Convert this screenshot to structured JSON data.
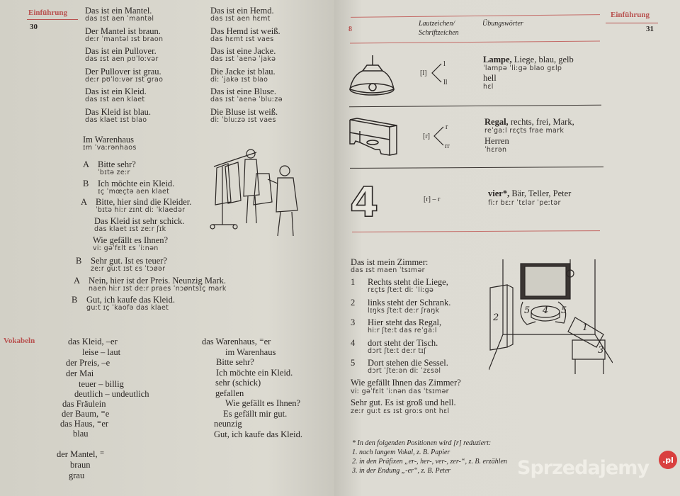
{
  "left_page": {
    "section": "Einführung",
    "page_number": "30",
    "sentences_col1": [
      {
        "text": "Das ist ein Mantel.",
        "phon": "das  ɪst aen ˈmantəl"
      },
      {
        "text": "Der Mantel ist braun.",
        "phon": "deːr ˈmantəl ɪst braon"
      },
      {
        "text": "Das ist ein Pullover.",
        "phon": "das  ɪst aen pʊˈloːvər"
      },
      {
        "text": "Der Pullover ist grau.",
        "phon": "deːr pʊˈloːvər ɪst grao"
      },
      {
        "text": "Das ist ein Kleid.",
        "phon": "das  ɪst aen klaet"
      },
      {
        "text": "Das Kleid ist blau.",
        "phon": "das klaet ɪst blao"
      }
    ],
    "sentences_col2": [
      {
        "text": "Das ist ein Hemd.",
        "phon": "das  ɪst aen hɛmt"
      },
      {
        "text": "Das Hemd ist weiß.",
        "phon": "das  hɛmt   ɪst vaes"
      },
      {
        "text": "Das ist eine Jacke.",
        "phon": "das  ɪst ˈaenə ˈjakə"
      },
      {
        "text": "Die Jacke ist blau.",
        "phon": "diː  ˈjakə  ɪst blao"
      },
      {
        "text": "Das ist eine Bluse.",
        "phon": "das  ɪst ˈaenə ˈbluːzə"
      },
      {
        "text": "Die Bluse ist weiß.",
        "phon": "diː  ˈbluːzə ɪst vaes"
      }
    ],
    "dialogue_title": {
      "text": "Im Warenhaus",
      "phon": "ɪm  ˈvaːrənhaos"
    },
    "dialogue": [
      {
        "speaker": "A",
        "text": "Bitte sehr?",
        "phon": "ˈbɪtə  zeːr"
      },
      {
        "speaker": "B",
        "text": "Ich möchte ein  Kleid.",
        "phon": "ɪç     ˈmœçtə  aen klaet"
      },
      {
        "speaker": "A",
        "text": "Bitte, hier sind die Kleider.",
        "phon": "ˈbɪtə   hiːr  zɪnt  diː  ˈklaedər"
      },
      {
        "speaker": "",
        "text": "Das Kleid ist sehr schick.",
        "phon": "das  klaet   ɪst zeːr  ʃɪk"
      },
      {
        "speaker": "",
        "text": "Wie gefällt es Ihnen?",
        "phon": "viː    gəˈfɛlt   ɛs  ˈiːnən"
      },
      {
        "speaker": "B",
        "text": "Sehr gut. Ist es teuer?",
        "phon": "zeːr   guːt  ɪst   ɛs  ˈtɔøər"
      },
      {
        "speaker": "A",
        "text": "Nein, hier ist der Preis. Neunzig Mark.",
        "phon": "naen   hiːr  ɪst deːr praes   ˈnɔøntsɪç  mark"
      },
      {
        "speaker": "B",
        "text": "Gut, ich kaufe das Kleid.",
        "phon": "guːt   ɪç   ˈkaofə das  klaet"
      }
    ],
    "vocab_heading": "Vokabeln",
    "vocab_col1": [
      "das Kleid, –er",
      "leise – laut",
      "der Preis, –e",
      "der Mai",
      "teuer – billig",
      "deutlich – undeutlich",
      "das Fräulein",
      "der Baum, ⁼e",
      "das Haus, ⁼er",
      "blau",
      "der Mantel, ⁼",
      "braun",
      "grau"
    ],
    "vocab_col2": [
      "das Warenhaus, ⁼er",
      "im Warenhaus",
      "Bitte sehr?",
      "Ich möchte ein Kleid.",
      "sehr (schick)",
      "gefallen",
      "Wie gefällt es Ihnen?",
      "Es gefällt mir gut.",
      "neunzig",
      "Gut, ich kaufe das Kleid."
    ]
  },
  "right_page": {
    "section": "Einführung",
    "page_number": "31",
    "lesson_number": "8",
    "col_header_sounds": [
      "Lautzeichen/",
      "Schriftzeichen"
    ],
    "col_header_words": "Übungswörter",
    "rows": [
      {
        "sound": "[l]",
        "letters": [
          "l",
          "ll"
        ],
        "words": [
          {
            "bold": "Lampe,",
            "rest": " Liege, blau, gelb",
            "phon": "ˈlampə     ˈliːgə   blao  gɛlp"
          },
          {
            "bold": "",
            "rest": "hell",
            "phon": "hɛl"
          }
        ]
      },
      {
        "sound": "[r]",
        "letters": [
          "r",
          "rr"
        ],
        "words": [
          {
            "bold": "Regal,",
            "rest": " rechts, frei, Mark,",
            "phon": "reˈgaːl     rɛçts    frae   mark"
          },
          {
            "bold": "",
            "rest": "Herren",
            "phon": "ˈhɛrən"
          }
        ]
      },
      {
        "sound": "[r] – r",
        "letters": [],
        "words": [
          {
            "bold": "vier*,",
            "rest": " Bär, Teller, Peter",
            "phon": "fiːr       bɛːr  ˈtɛlər   ˈpeːtər"
          }
        ]
      }
    ],
    "room_title": {
      "text": "Das ist mein Zimmer:",
      "phon": "das  ɪst maen ˈtsɪmər"
    },
    "room_lines": [
      {
        "num": "1",
        "text": "Rechts steht die Liege,",
        "phon": "rɛçts   ʃteːt  diː  ˈliːgə"
      },
      {
        "num": "2",
        "text": "links steht der Schrank.",
        "phon": "lɪŋks ʃteːt  deːr ʃraŋk"
      },
      {
        "num": "3",
        "text": "Hier steht das Regal,",
        "phon": "hiːr   ʃteːt   das  reˈgaːl"
      },
      {
        "num": "4",
        "text": "dort steht der Tisch.",
        "phon": "dɔrt  ʃteːt   deːr tɪʃ"
      },
      {
        "num": "5",
        "text": "Dort stehen die Sessel.",
        "phon": "dɔrt   ˈʃteːən   diː  ˈzɛsəl"
      }
    ],
    "room_question": {
      "text": "Wie gefällt Ihnen das Zimmer?",
      "phon": "viː   gəˈfɛlt  ˈiːnən   das  ˈtsɪmər"
    },
    "room_answer": {
      "text": "Sehr gut. Es ist groß und hell.",
      "phon": "zeːr    guːt  ɛs   ɪst groːs   ʊnt   hɛl"
    },
    "footnote": [
      "* In den folgenden Positionen wird [r] reduziert:",
      "1. nach langem Vokal, z. B. Papier",
      "2. in den Präfixen „er-, her-, ver-, zer-“, z. B. erzählen",
      "3. in der Endung „-er“, z. B. Peter"
    ],
    "room_labels": [
      "2",
      "5",
      "4",
      "5",
      "1",
      "3"
    ]
  },
  "watermark": {
    "text": "Sprzedajemy",
    "suffix": ".pl"
  },
  "colors": {
    "accent_red": "#b8514f",
    "paper": "#dcdad1",
    "ink": "#2a2624"
  }
}
